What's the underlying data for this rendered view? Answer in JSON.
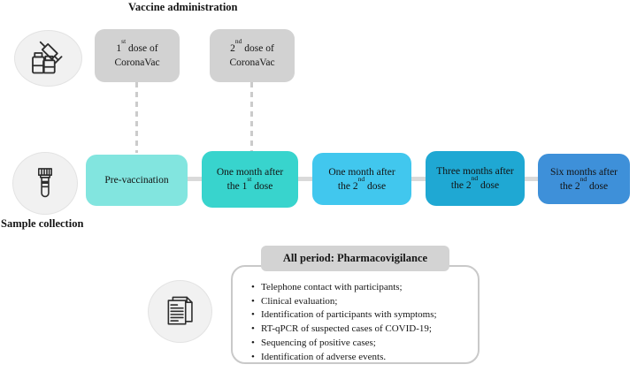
{
  "palette": {
    "box_gray": "#d2d2d2",
    "header_gray": "#d3d3d3",
    "badge_gray": "#f1f1f1",
    "connector_gray": "#dadada",
    "dashed_gray": "#cbcbcb",
    "panel_border": "#c9c9c9",
    "text_black": "#151515"
  },
  "icons": {
    "vaccine": "syringe-vials-icon",
    "sample": "test-tube-icon",
    "pharmacovigilance": "documents-icon"
  },
  "vaccine_administration": {
    "title": "Vaccine administration",
    "doses": [
      {
        "num": "1",
        "ord": "st",
        "rest": " dose of",
        "line2": "CoronaVac"
      },
      {
        "num": "2",
        "ord": "nd",
        "rest": " dose of",
        "line2": "CoronaVac"
      }
    ]
  },
  "timeline": {
    "label": "Sample collection",
    "boxes": [
      {
        "line1": "Pre-vaccination",
        "line2_pre": "",
        "ord": "",
        "line2_post": "",
        "color": "#82e5df"
      },
      {
        "line1": "One month after",
        "line2_pre": "the 1",
        "ord": "st",
        "line2_post": " dose",
        "color": "#38d4cd"
      },
      {
        "line1": "One month after",
        "line2_pre": "the 2",
        "ord": "nd",
        "line2_post": " dose",
        "color": "#41c7ee"
      },
      {
        "line1": "Three months after",
        "line2_pre": "the 2",
        "ord": "nd",
        "line2_post": " dose",
        "color": "#1fa8d3"
      },
      {
        "line1": "Six months after",
        "line2_pre": "the 2",
        "ord": "nd",
        "line2_post": " dose",
        "color": "#3e90d9"
      }
    ]
  },
  "pharmacovigilance": {
    "header": "All period: Pharmacovigilance",
    "items": [
      "Telephone contact with participants;",
      "Clinical evaluation;",
      "Identification of participants with symptoms;",
      "RT-qPCR of suspected cases of COVID-19;",
      "Sequencing of positive cases;",
      "Identification of adverse events."
    ]
  }
}
